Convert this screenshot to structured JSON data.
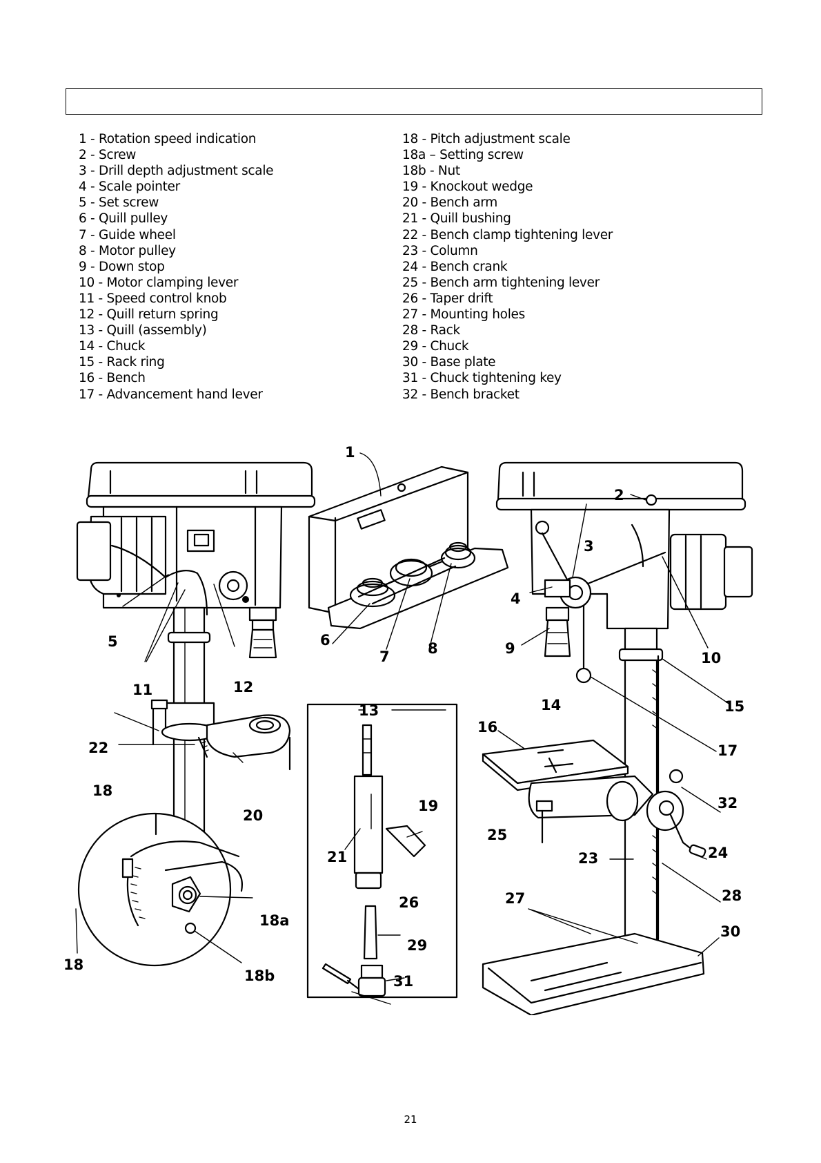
{
  "parts_left": [
    "1 -  Rotation speed indication",
    "2 -  Screw",
    "3 -  Drill depth adjustment scale",
    "4 -  Scale pointer",
    "5 -  Set screw",
    "6 -    Quill pulley",
    "7 -    Guide wheel",
    "8 -  Motor pulley",
    "9 -  Down stop",
    "10 -  Motor clamping lever",
    "11 -  Speed control knob",
    "12 -  Quill return spring",
    "13 -  Quill (assembly)",
    "14 -  Chuck",
    "15 -  Rack ring",
    "16 -  Bench",
    "17 -  Advancement hand lever"
  ],
  "parts_right": [
    "18 -  Pitch adjustment scale",
    "18a – Setting screw",
    "18b - Nut",
    "19 -   Knockout wedge",
    " 20 -  Bench arm",
    "21 -  Quill bushing",
    "22 -  Bench clamp tightening lever",
    "23 -  Column",
    "24 -  Bench crank",
    "25 -  Bench arm tightening lever",
    "26 -  Taper drift",
    "27 -  Mounting holes",
    "28 -  Rack",
    "29 -  Chuck",
    "30 -  Base plate",
    "31 -  Chuck tightening key",
    "32 -  Bench bracket"
  ],
  "callouts": {
    "c1": "1",
    "c2": "2",
    "c3": "3",
    "c4": "4",
    "c5": "5",
    "c6": "6",
    "c7": "7",
    "c8": "8",
    "c9": "9",
    "c10": "10",
    "c11": "11",
    "c12": "12",
    "c13": "13",
    "c14": "14",
    "c15": "15",
    "c16": "16",
    "c17": "17",
    "c18": "18",
    "c18b_zoom": "18",
    "c18a": "18a",
    "c18b": "18b",
    "c19": "19",
    "c20": "20",
    "c21": "21",
    "c22": "22",
    "c23": "23",
    "c24": "24",
    "c25": "25",
    "c26": "26",
    "c27": "27",
    "c28": "28",
    "c29": "29",
    "c30": "30",
    "c31": "31",
    "c32": "32"
  },
  "page_number": "21"
}
